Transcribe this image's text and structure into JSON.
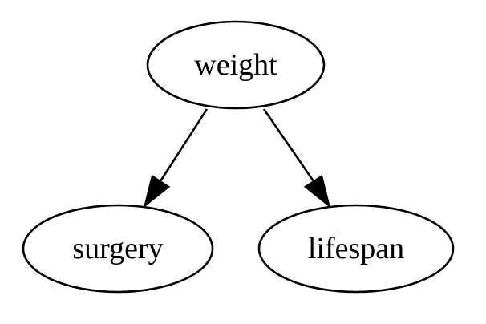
{
  "diagram": {
    "nodes": {
      "weight": {
        "label": "weight"
      },
      "surgery": {
        "label": "surgery"
      },
      "lifespan": {
        "label": "lifespan"
      }
    },
    "edges": [
      {
        "from": "weight",
        "to": "surgery"
      },
      {
        "from": "weight",
        "to": "lifespan"
      }
    ]
  }
}
